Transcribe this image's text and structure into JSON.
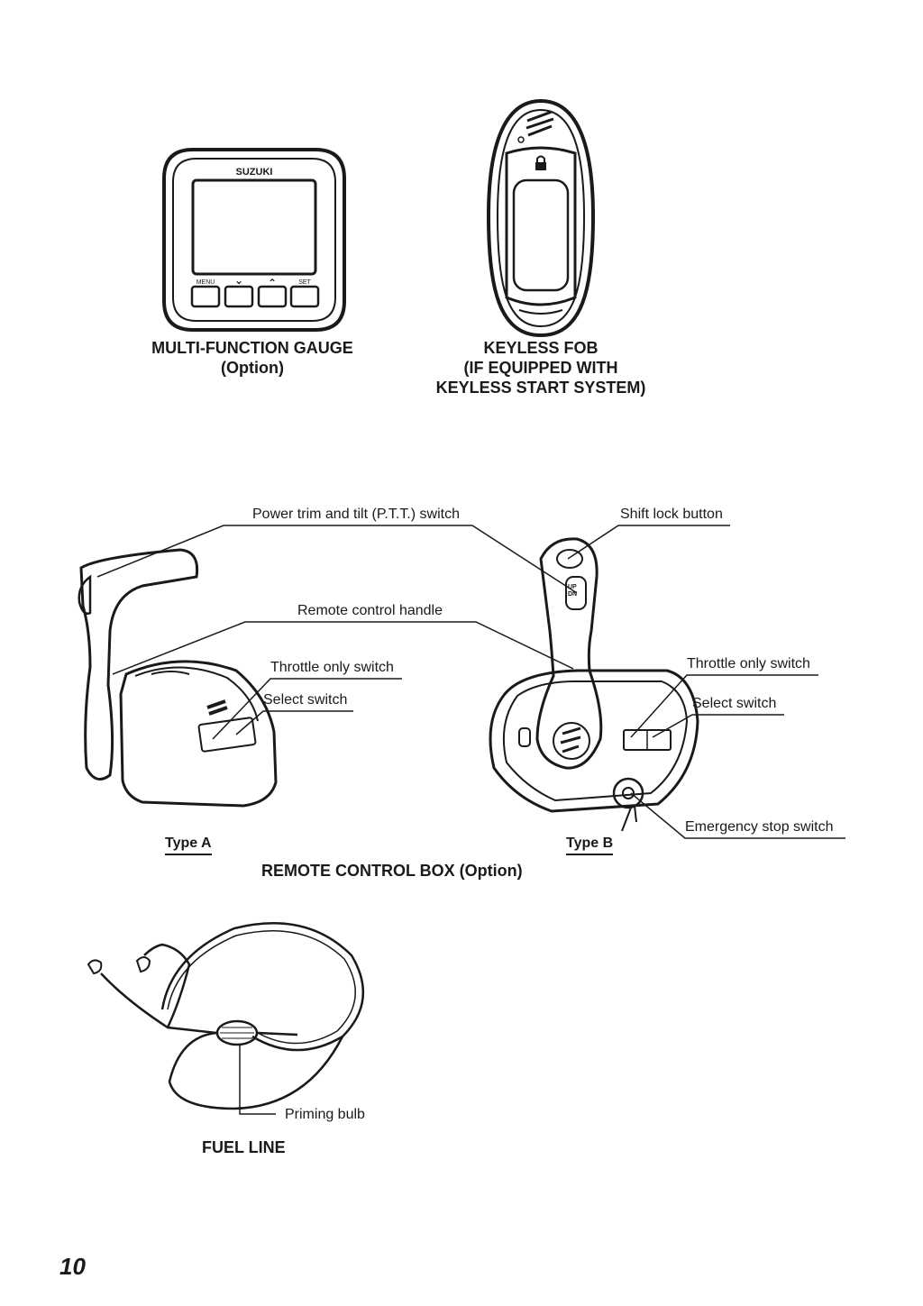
{
  "gauge": {
    "brand": "SUZUKI",
    "buttons": [
      "MENU",
      "⌄",
      "⌃",
      "SET"
    ],
    "caption_line1": "MULTI-FUNCTION GAUGE",
    "caption_line2": "(Option)"
  },
  "fob": {
    "caption_line1": "KEYLESS FOB",
    "caption_line2": "(IF EQUIPPED WITH",
    "caption_line3": "KEYLESS START SYSTEM)"
  },
  "remote": {
    "labels": {
      "ptt": "Power trim and tilt (P.T.T.) switch",
      "shift_lock": "Shift lock button",
      "handle": "Remote control handle",
      "throttle_a": "Throttle only switch",
      "select_a": "Select switch",
      "throttle_b": "Throttle only switch",
      "select_b": "Select switch",
      "emergency": "Emergency stop switch"
    },
    "up": "UP",
    "dn": "DN",
    "type_a": "Type A",
    "type_b": "Type B",
    "caption": "REMOTE CONTROL BOX (Option)"
  },
  "fuel": {
    "bulb_label": "Priming bulb",
    "caption": "FUEL LINE"
  },
  "page_number": "10"
}
